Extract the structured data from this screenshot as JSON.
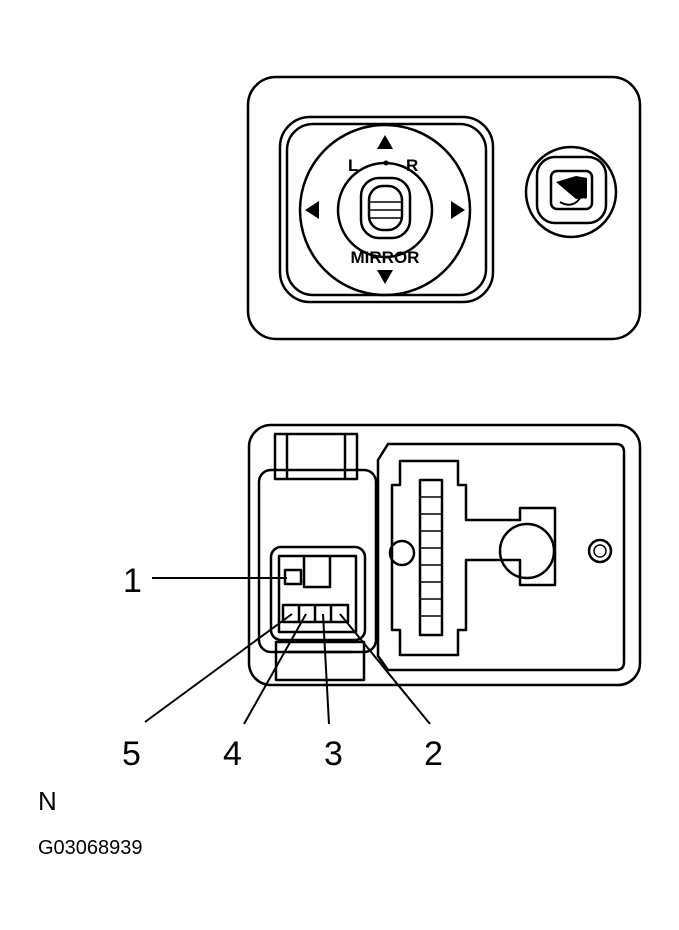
{
  "switch": {
    "label_left": "L",
    "label_right": "R",
    "label_mirror": "MIRROR"
  },
  "callouts": [
    "1",
    "5",
    "4",
    "3",
    "2"
  ],
  "footer": {
    "code": "N",
    "figure_id": "G03068939"
  }
}
